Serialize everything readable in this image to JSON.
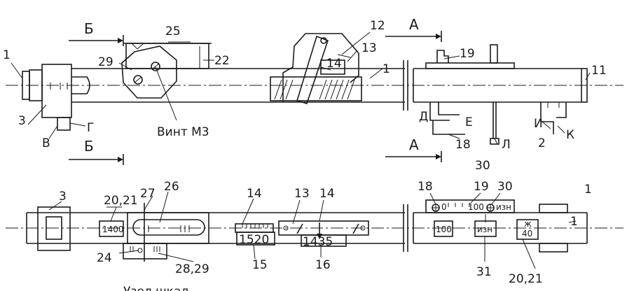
{
  "labels": {
    "l1a": "1",
    "l1b": "1",
    "l1c": "1",
    "l1d": "1",
    "l3a": "3",
    "l3b": "3",
    "lV": "В",
    "lG": "Г",
    "lB1": "Б",
    "lB2": "Б",
    "lA1": "А",
    "lA2": "А",
    "l25": "25",
    "l22": "22",
    "l29": "29",
    "screw": "Винт М3",
    "l12": "12",
    "l13a": "13",
    "l14a": "14",
    "l19a": "19",
    "l11": "11",
    "lD": "Д",
    "lE": "Е",
    "l18a": "18",
    "lL": "Л",
    "l30a": "30",
    "lI": "И",
    "lK": "К",
    "l2": "2",
    "l2021a": "20,21",
    "l27": "27",
    "l26": "26",
    "l24": "24",
    "l2829": "28,29",
    "l14b": "14",
    "l15": "15",
    "l13b": "13",
    "l14c": "14",
    "l16": "16",
    "l18b": "18",
    "l19b": "19",
    "l30b": "30",
    "l31": "31",
    "l2021b": "20,21"
  },
  "scale_marks": {
    "s1400": "1400",
    "s1520": "1520",
    "s1435": "1435",
    "s0": "0",
    "s100a": "100",
    "s_izn_a": "изн",
    "s100b": "100",
    "s_izn_b": "изн",
    "s_zh": "ж",
    "s40": "40"
  },
  "caption": "Узел шкал"
}
